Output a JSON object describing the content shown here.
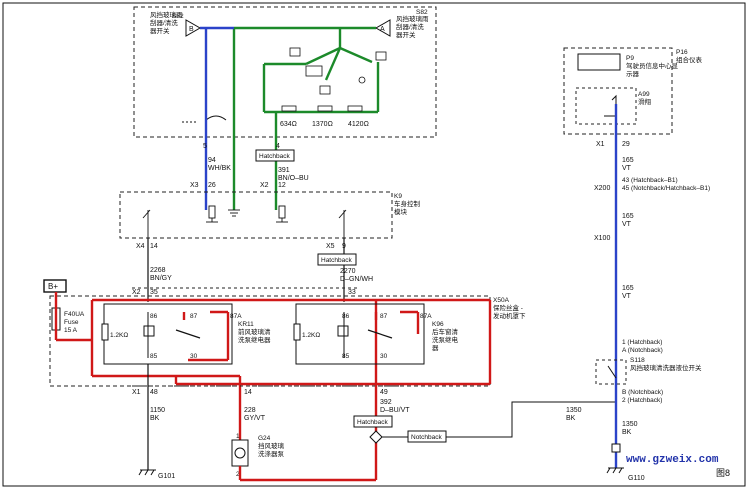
{
  "switch_s82_left": {
    "id": "S82",
    "name_lines": [
      "风挡玻璃雨",
      "刮器/清洗",
      "器开关"
    ],
    "pin_letter": "B"
  },
  "switch_s82_right": {
    "id": "S82",
    "name_lines": [
      "风挡玻璃雨",
      "刮器/清洗",
      "器开关"
    ],
    "pin_letter": "A"
  },
  "switch_pins": {
    "left": "5",
    "right": "4"
  },
  "resistors": [
    "634Ω",
    "1370Ω",
    "4120Ω"
  ],
  "wire_94": {
    "circuit": "94",
    "color": "WH/BK"
  },
  "wire_391": {
    "circuit": "391",
    "color": "BN/O–BU"
  },
  "hatchback": "Hatchback",
  "notchback": "Notchback",
  "body_control_module": {
    "id": "K9",
    "name_lines": [
      "车身控制",
      "模块"
    ]
  },
  "conn_x3_26": {
    "conn": "X3",
    "pin": "26"
  },
  "conn_x2_12": {
    "conn": "X2",
    "pin": "12"
  },
  "conn_x4_14": {
    "conn": "X4",
    "pin": "14"
  },
  "conn_x5_9": {
    "conn": "X5",
    "pin": "9"
  },
  "wire_2268": {
    "circuit": "2268",
    "color": "BN/GY"
  },
  "wire_2270": {
    "circuit": "2270",
    "color": "D–GN/WH"
  },
  "conn_x2_35": {
    "conn": "X2",
    "pin": "35"
  },
  "pin_33": "33",
  "battery": "B+",
  "fuse": {
    "id": "F40UA",
    "word": "Fuse",
    "amps": "15 A"
  },
  "fuse_block": {
    "id": "X50A",
    "name_lines": [
      "保险丝盒 -",
      "发动机罩下"
    ]
  },
  "relay_k11": {
    "id": "KR11",
    "name_lines": [
      "前风玻璃清",
      "洗泵继电器"
    ],
    "res": "1.2KΩ",
    "pins": [
      "86",
      "87",
      "87A",
      "85",
      "30"
    ]
  },
  "relay_k96": {
    "id": "K96",
    "name_lines": [
      "后车窗清",
      "洗泵继电",
      "器"
    ],
    "res": "1.2KΩ",
    "pins": [
      "86",
      "87",
      "87A",
      "85",
      "30"
    ]
  },
  "conn_x1_48": {
    "conn": "X1",
    "pin": "48"
  },
  "pin_14b": "14",
  "pin_49": "49",
  "wire_1150": {
    "circuit": "1150",
    "color": "BK"
  },
  "wire_228": {
    "circuit": "228",
    "color": "GY/VT"
  },
  "wire_392": {
    "circuit": "392",
    "color": "D–BU/VT"
  },
  "pump_g24": {
    "id": "G24",
    "name_lines": [
      "挡风玻璃",
      "洗涤器泵"
    ],
    "pin_top": "1",
    "pin_bottom": "2"
  },
  "ground_g101": "G101",
  "ground_g110": "G110",
  "wire_1350a": {
    "circuit": "1350",
    "color": "BK"
  },
  "wire_1350b": {
    "circuit": "1350",
    "color": "BK"
  },
  "cluster_p16": {
    "id": "P16",
    "name_lines": [
      "组合仪表"
    ]
  },
  "driver_info_p9": {
    "id": "P9",
    "name_lines": [
      "驾驶员信息中心显",
      "示器"
    ]
  },
  "processor_a99": {
    "id": "A99",
    "name_lines": [
      "滑翔"
    ]
  },
  "conn_x1_29": {
    "conn": "X1",
    "pin": "29"
  },
  "wire_165": {
    "circuit": "165",
    "color": "VT"
  },
  "x200_pins": [
    "43 (Hatchback–B1)",
    "45 (Notchback/Hatchback–B1)"
  ],
  "conn_x200": "X200",
  "conn_x100": "X100",
  "switch_s118": {
    "id": "S118",
    "name_lines": [
      "风挡玻璃清洗器液位开关"
    ],
    "pin_a": [
      "1 (Hatchback)",
      "A (Notchback)"
    ],
    "pin_b": [
      "B (Notchback)",
      "2 (Hatchback)"
    ]
  },
  "watermark": "www.gzweix.com",
  "figure_label": "图8",
  "colors": {
    "red": "#d01818",
    "green": "#1c8a2a",
    "blue": "#2b43c9",
    "dark": "#111111",
    "dash": "#222222"
  }
}
